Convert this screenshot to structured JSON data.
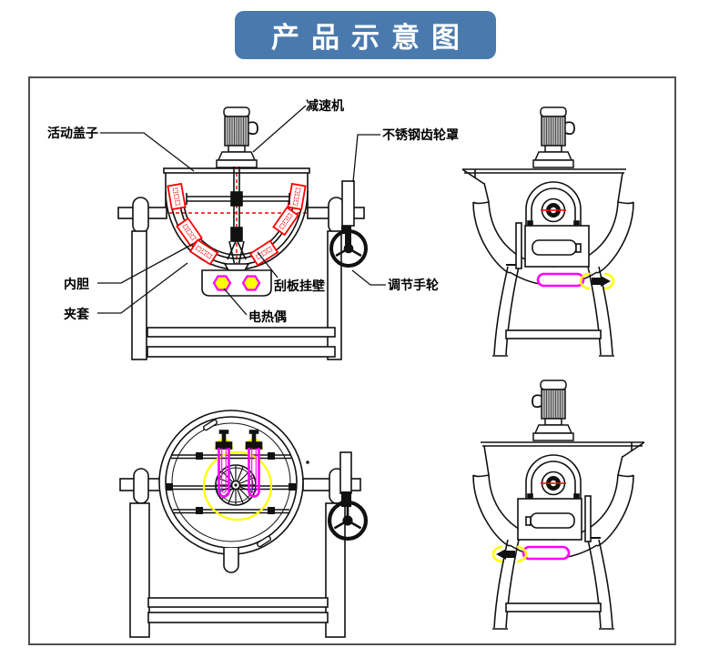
{
  "title": {
    "text": "产品示意图"
  },
  "colors": {
    "banner_blue": "#4a7aad",
    "outline_black": "#111111",
    "scraper_red": "#ff0000",
    "heater_magenta": "#ff00ff",
    "heater_yellow": "#ffff00",
    "frame_gray": "#4f4f4f",
    "motor_gray": "#bdbdbd"
  },
  "labels": {
    "movable_lid": "活动盖子",
    "reducer": "减速机",
    "stainless_gear_cover": "不锈钢齿轮罩",
    "inner_liner": "内胆",
    "jacket": "夹套",
    "scraper_wall": "刮板挂壁",
    "thermocouple": "电热偶",
    "adjust_handwheel": "调节手轮"
  }
}
